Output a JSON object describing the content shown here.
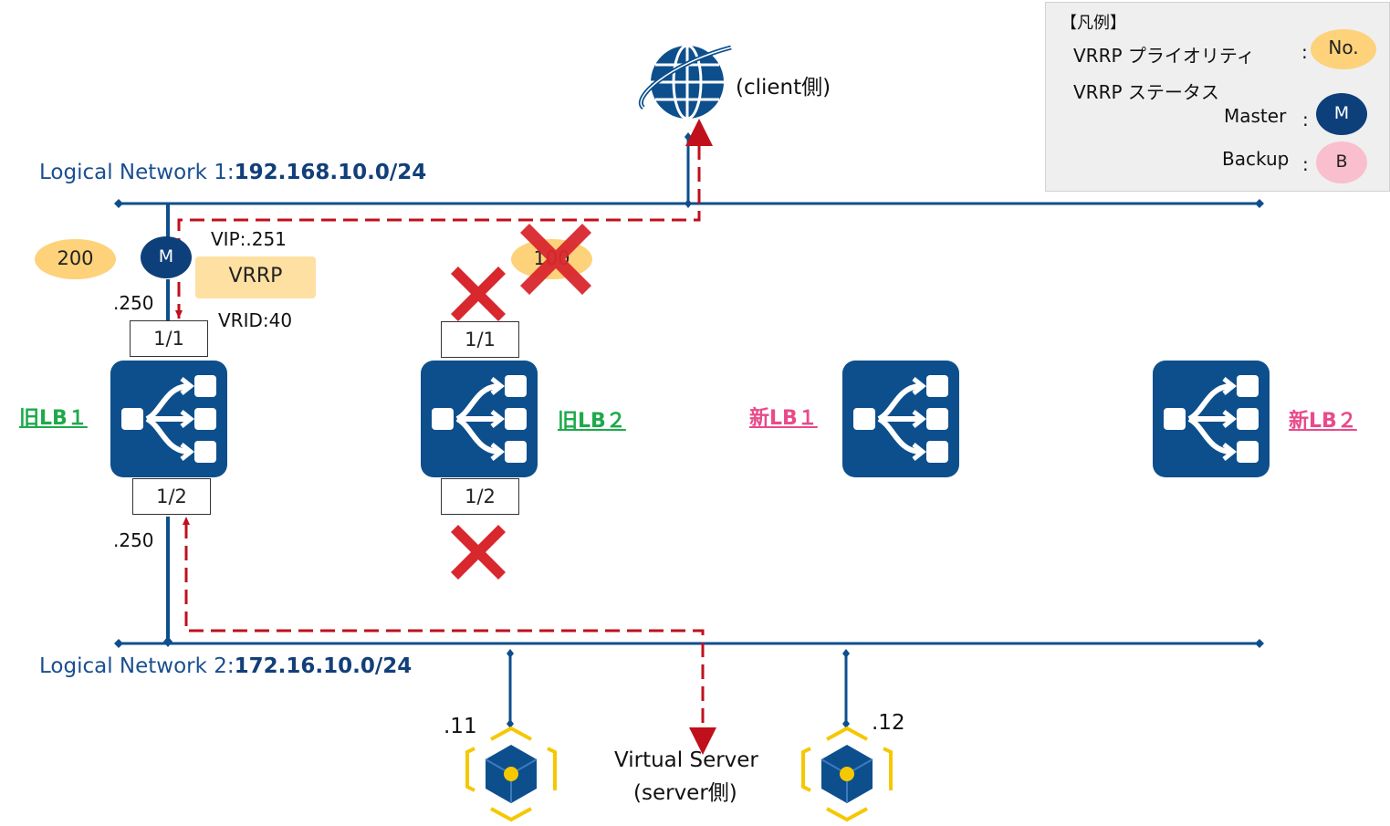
{
  "networks": {
    "net1": {
      "prefix": "Logical Network 1:",
      "cidr": "192.168.10.0/24"
    },
    "net2": {
      "prefix": "Logical Network 2:",
      "cidr": "172.16.10.0/24"
    }
  },
  "client": {
    "label": "(client側)"
  },
  "server": {
    "line1": "Virtual Server",
    "line2": "(server側)"
  },
  "servers": [
    {
      "ip": ".11"
    },
    {
      "ip": ".12"
    }
  ],
  "old_lb1": {
    "label": "旧LB１",
    "priority": "200",
    "status": "M",
    "vip": "VIP:.251",
    "vrrp": "VRRP",
    "vrid": "VRID:40",
    "ip_top": ".250",
    "ip_bottom": ".250",
    "port_top": "1/1",
    "port_bottom": "1/2"
  },
  "old_lb2": {
    "label": "旧LB２",
    "priority": "100",
    "port_top": "1/1",
    "port_bottom": "1/2"
  },
  "new_lb1": {
    "label": "新LB１"
  },
  "new_lb2": {
    "label": "新LB２"
  },
  "legend": {
    "title": "【凡例】",
    "priority_label": "VRRP プライオリティ",
    "status_label": "VRRP ステータス",
    "sep": ":",
    "no": "No.",
    "master_label": "Master",
    "master_symbol": "M",
    "backup_label": "Backup",
    "backup_symbol": "B"
  },
  "colors": {
    "line": "#0d4f8c",
    "flow": "#c0101c",
    "cross": "#d9272e",
    "old_label": "#1daa4a",
    "new_label": "#e84a8a"
  }
}
